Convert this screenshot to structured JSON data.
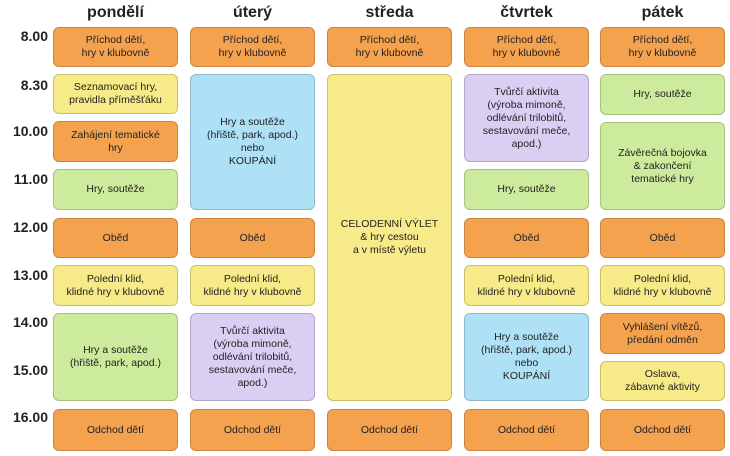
{
  "days": [
    "pondělí",
    "úterý",
    "středa",
    "čtvrtek",
    "pátek"
  ],
  "times": [
    "8.00",
    "8.30",
    "10.00",
    "11.00",
    "12.00",
    "13.00",
    "14.00",
    "15.00",
    "16.00"
  ],
  "colors": {
    "orange": "#f5a24f",
    "yellow": "#f7ea88",
    "green": "#cdeb9d",
    "blue": "#aee0f6",
    "purple": "#d8cff3"
  },
  "schedule": {
    "monday": {
      "arrival": "Příchod dětí,\nhry v klubovně",
      "intro_games": "Seznamovací hry,\npravidla příměšťáku",
      "theme_start": "Zahájení tematické\nhry",
      "games": "Hry, soutěže",
      "lunch": "Oběd",
      "rest": "Polední klid,\nklidné hry v klubovně",
      "afternoon": "Hry a soutěže\n(hřiště, park, apod.)",
      "departure": "Odchod dětí"
    },
    "tuesday": {
      "arrival": "Příchod dětí,\nhry v klubovně",
      "morning": "Hry a soutěže\n(hřiště, park, apod.)\nnebo\nKOUPÁNÍ",
      "lunch": "Oběd",
      "rest": "Polední klid,\nklidné hry v klubovně",
      "afternoon": "Tvůrčí aktivita\n(výroba mimoně,\nodlévání trilobitů,\nsestavování meče,\napod.)",
      "departure": "Odchod dětí"
    },
    "wednesday": {
      "arrival": "Příchod dětí,\nhry v klubovně",
      "trip": "CELODENNÍ VÝLET\n& hry cestou\na v místě výletu",
      "departure": "Odchod dětí"
    },
    "thursday": {
      "arrival": "Příchod dětí,\nhry v klubovně",
      "creative": "Tvůrčí aktivita\n(výroba mimoně,\nodlévání trilobitů,\nsestavování meče,\napod.)",
      "games": "Hry, soutěže",
      "lunch": "Oběd",
      "rest": "Polední klid,\nklidné hry v klubovně",
      "afternoon": "Hry a soutěže\n(hřiště, park, apod.)\nnebo\nKOUPÁNÍ",
      "departure": "Odchod dětí"
    },
    "friday": {
      "arrival": "Příchod dětí,\nhry v klubovně",
      "games": "Hry, soutěže",
      "final_fight": "Závěrečná bojovka\n& zakončení\ntematické hry",
      "lunch": "Oběd",
      "rest": "Polední klid,\nklidné hry v klubovně",
      "awards": "Vyhlášení vítězů,\npředání odměn",
      "party": "Oslava,\nzábavné aktivity",
      "departure": "Odchod dětí"
    }
  }
}
